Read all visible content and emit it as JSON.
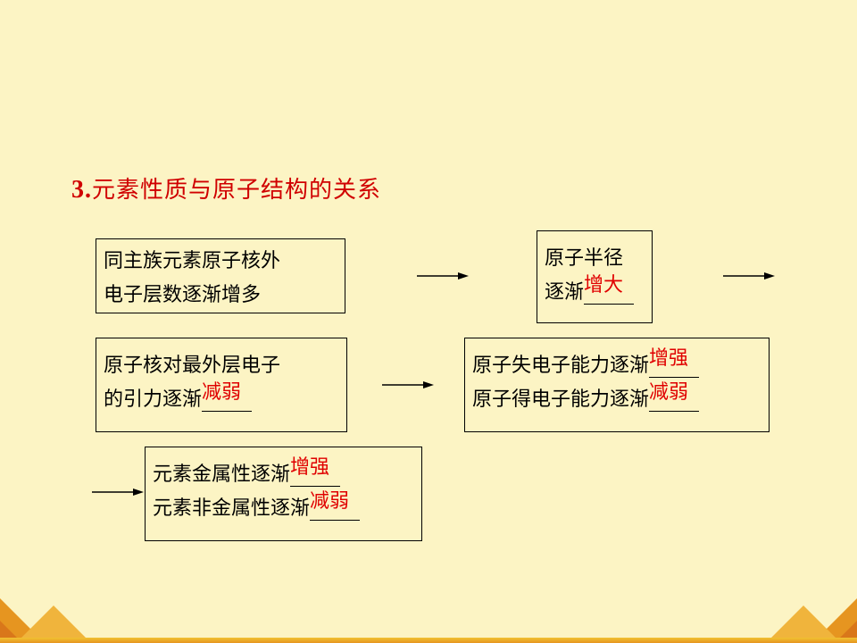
{
  "heading": {
    "number": "3.",
    "text": "元素性质与原子结构的关系"
  },
  "boxes": {
    "b1": {
      "line1": "同主族元素原子核外",
      "line2": "电子层数逐渐增多"
    },
    "b2": {
      "line1": "原子半径",
      "line2_prefix": "逐渐",
      "line2_answer": "增大"
    },
    "b3": {
      "line1": "原子核对最外层电子",
      "line2_prefix": "的引力逐渐",
      "line2_answer": "减弱"
    },
    "b4": {
      "line1_prefix": "原子失电子能力逐渐",
      "line1_answer": "增强",
      "line2_prefix": "原子得电子能力逐渐",
      "line2_answer": "减弱"
    },
    "b5": {
      "line1_prefix": "元素金属性逐渐",
      "line1_answer": "增强",
      "line2_prefix": "元素非金属性逐渐",
      "line2_answer": "减弱"
    }
  },
  "colors": {
    "background": "#FCF4C4",
    "answer": "#E00000",
    "heading": "#D00000",
    "accent": "#E69520"
  }
}
